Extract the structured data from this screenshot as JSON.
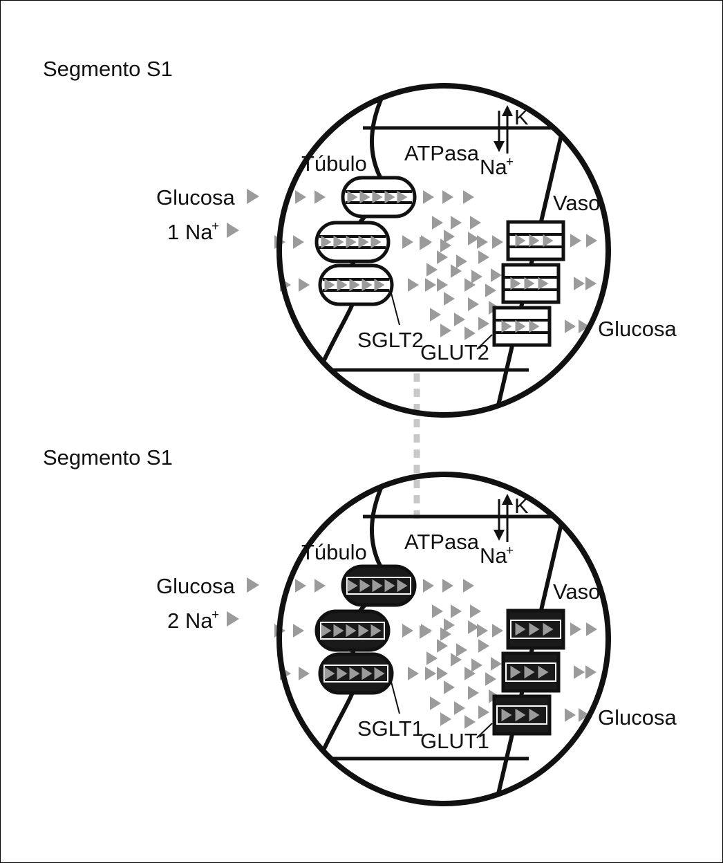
{
  "colors": {
    "ink": "#111111",
    "arrow": "#9b9b9b",
    "dark_fill": "#1a1a1a",
    "dotted": "#c8c8c8"
  },
  "panels": [
    {
      "segment_label": "Segmento S1",
      "tubulo_label": "Túbulo",
      "atpasa_label": "ATPasa",
      "k_label": "K",
      "na_label": "Na",
      "plus": "+",
      "vaso_label": "Vaso",
      "glucosa_in_label": "Glucosa",
      "na_in_label": "1 Na",
      "sglt_label": "SGLT2",
      "glut_label": "GLUT2",
      "glucosa_out_label": "Glucosa",
      "transporter_style": "open"
    },
    {
      "segment_label": "Segmento S1",
      "tubulo_label": "Túbulo",
      "atpasa_label": "ATPasa",
      "k_label": "K",
      "na_label": "Na",
      "plus": "+",
      "vaso_label": "Vaso",
      "glucosa_in_label": "Glucosa",
      "na_in_label": "2 Na",
      "sglt_label": "SGLT1",
      "glut_label": "GLUT1",
      "glucosa_out_label": "Glucosa",
      "transporter_style": "filled"
    }
  ]
}
